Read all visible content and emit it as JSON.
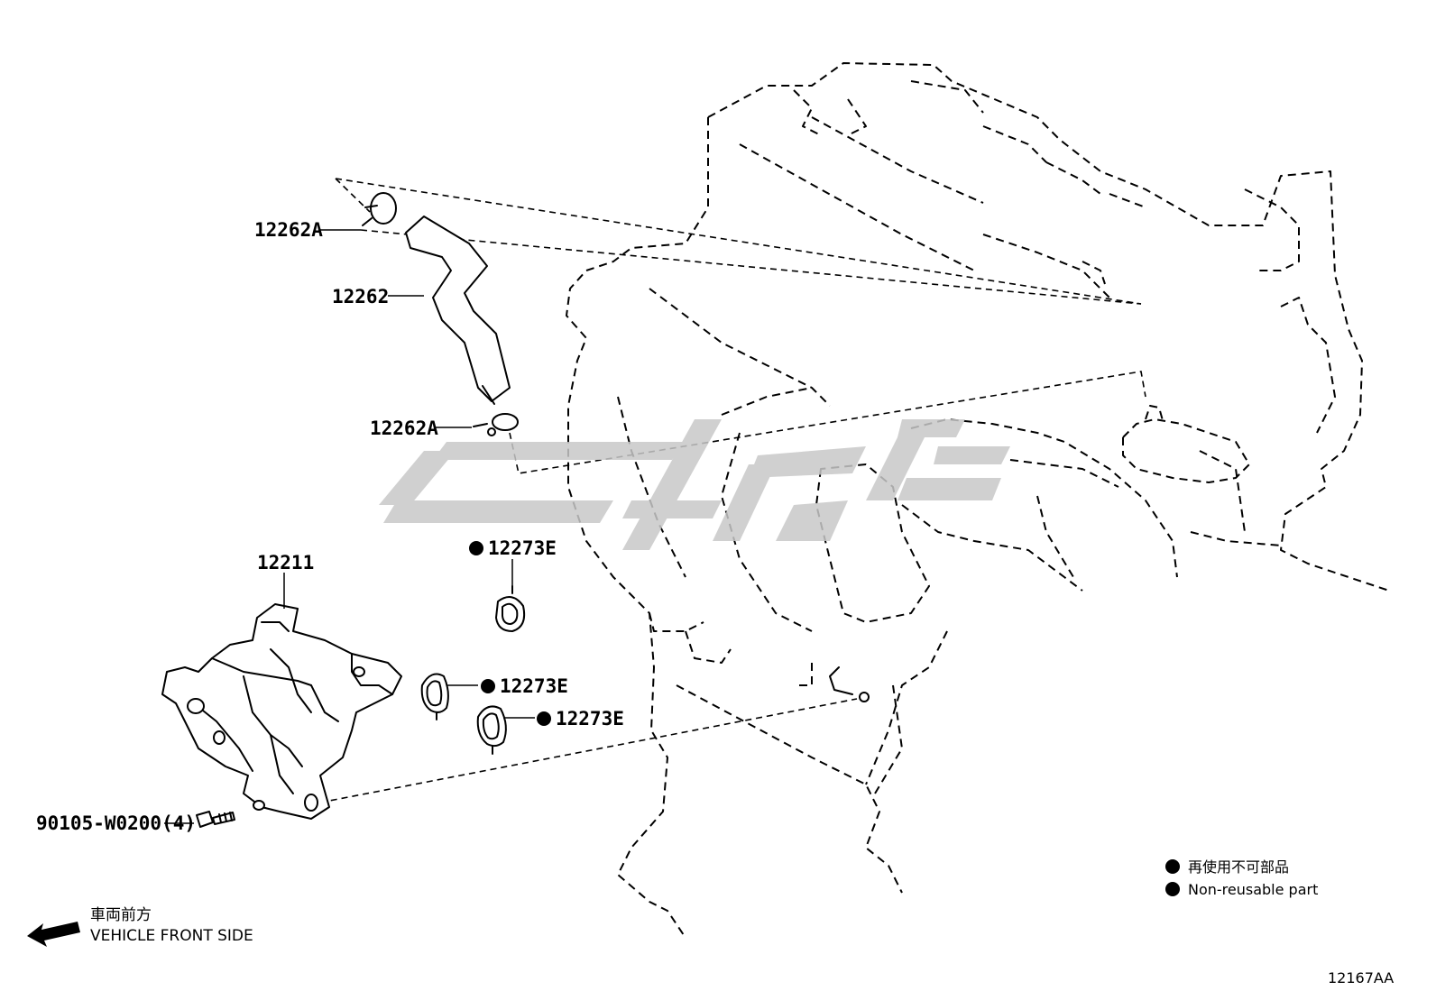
{
  "callouts": {
    "hose_clamp_upper": "12262A",
    "hose": "12262",
    "hose_clamp_lower": "12262A",
    "gasket_upper": "12273E",
    "case": "12211",
    "gasket_middle": "12273E",
    "gasket_lower": "12273E",
    "bolt": "90105-W0200(4)"
  },
  "legend": {
    "japanese": "再使用不可部品",
    "english": "Non-reusable part"
  },
  "front_indicator": {
    "japanese": "車両前方",
    "english": "VEHICLE FRONT SIDE"
  },
  "illustration_code": "12167AA"
}
